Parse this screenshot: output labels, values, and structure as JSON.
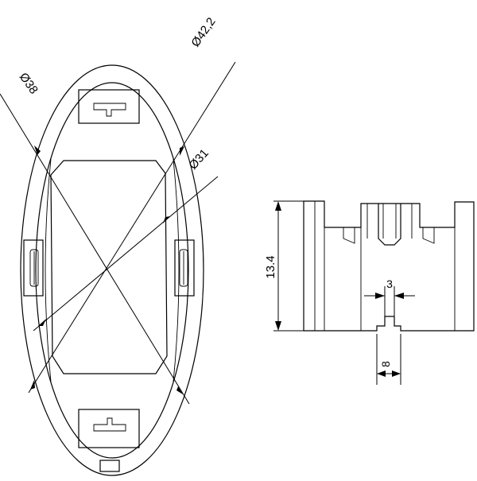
{
  "top_view": {
    "labels": {
      "outer_diameter": "Ø42,2",
      "mid_diameter": "Ø38",
      "inner_diameter": "Ø31"
    }
  },
  "side_view": {
    "labels": {
      "height": "13.4",
      "slot_width": "3",
      "tab_width": "8"
    }
  },
  "colors": {
    "line": "#000000",
    "background": "#ffffff"
  }
}
